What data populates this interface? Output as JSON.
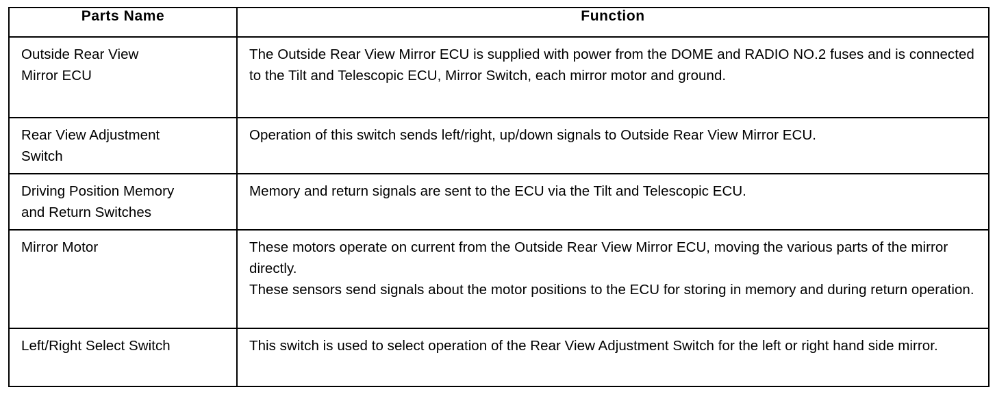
{
  "table": {
    "headers": {
      "parts_name": "Parts Name",
      "function": "Function"
    },
    "rows": [
      {
        "name": "Outside Rear View\nMirror ECU",
        "function_lines": [
          "The Outside Rear View Mirror ECU is supplied with power from the DOME and RADIO NO.2 fuses and is connected to the Tilt and Telescopic ECU, Mirror Switch, each mirror motor and ground."
        ]
      },
      {
        "name": "Rear View Adjustment\nSwitch",
        "function_lines": [
          "Operation of this switch sends left/right, up/down signals to Outside Rear View Mirror ECU."
        ]
      },
      {
        "name": "Driving Position Memory\nand Return Switches",
        "function_lines": [
          "Memory and return signals are sent to the ECU via the Tilt and Telescopic ECU."
        ]
      },
      {
        "name": "Mirror Motor",
        "function_lines": [
          "These motors operate on current from the Outside Rear View Mirror ECU, moving the various parts of the mirror directly.",
          "These sensors send signals about the motor positions to the ECU for storing in memory and during return operation."
        ]
      },
      {
        "name": "Left/Right Select Switch",
        "function_lines": [
          "This switch is used to select operation of the Rear View Adjustment Switch for the left or right hand side mirror."
        ]
      }
    ]
  },
  "colors": {
    "border": "#000000",
    "text": "#000000",
    "background": "#ffffff"
  }
}
